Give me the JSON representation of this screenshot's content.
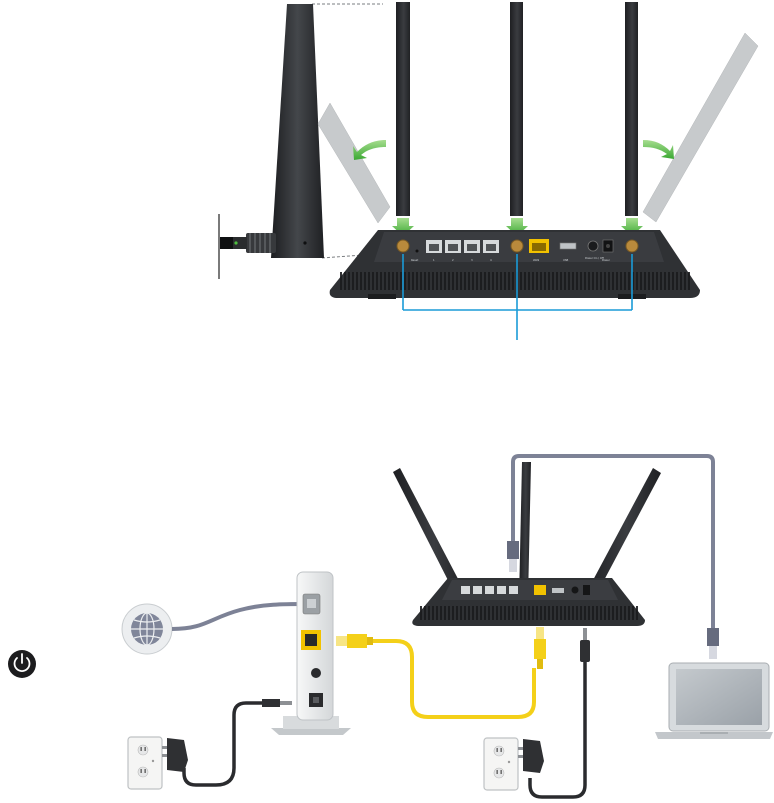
{
  "router_top": {
    "port_labels": [
      "1",
      "2",
      "3",
      "4"
    ],
    "reset_label": "Reset",
    "wan_label": "WAN",
    "usb_label": "USB",
    "power_switch_label": "Power On / Off",
    "power_label": "Power"
  },
  "icons": {
    "power": "power-icon",
    "internet": "globe-icon",
    "wall_outlet": "wall-outlet-icon",
    "laptop": "laptop-icon"
  },
  "colors": {
    "router_body": "#2e3033",
    "antenna": "#2b2d30",
    "antenna_ghost": "#c9ccce",
    "arrow_green": "#5cc24a",
    "callout_blue": "#1a9bd7",
    "ethernet_yellow": "#f4d019",
    "ethernet_gray": "#7d8296",
    "power_cable": "#2a2b2e",
    "modem": "#eceeef",
    "ethernet_port": "#f2c200"
  }
}
